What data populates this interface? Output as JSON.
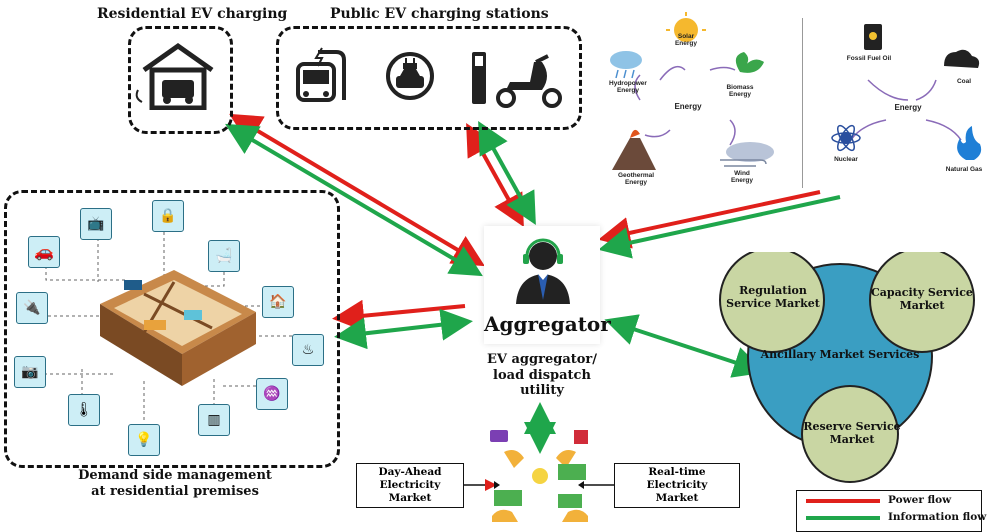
{
  "titles": {
    "residential": "Residential EV charging",
    "public": "Public EV charging stations",
    "dsm_line1": "Demand side management",
    "dsm_line2": "at residential premises"
  },
  "aggregator": {
    "label": "Aggregator",
    "caption_line1": "EV aggregator/",
    "caption_line2": "load dispatch",
    "caption_line3": "utility"
  },
  "renewables": {
    "center": "Energy",
    "solar": "Solar\nEnergy",
    "hydro": "Hydropower\nEnergy",
    "biomass": "Biomass\nEnergy",
    "geothermal": "Geothermal\nEnergy",
    "wind": "Wind\nEnergy"
  },
  "conventional": {
    "center": "Energy",
    "fossil": "Fossil Fuel Oil",
    "coal": "Coal",
    "nuclear": "Nuclear",
    "gas": "Natural Gas"
  },
  "ancillary": {
    "center": "Ancillary Market Services",
    "regulation": "Regulation\nService Market",
    "capacity": "Capacity Service\nMarket",
    "reserve": "Reserve Service\nMarket"
  },
  "markets": {
    "day_ahead": "Day-Ahead\nElectricity Market",
    "real_time": "Real-time Electricity\nMarket"
  },
  "legend": {
    "power": "Power flow",
    "information": "Information flow"
  },
  "colors": {
    "power": "#e0201b",
    "information": "#1fa64b",
    "ancillary_ring": "#3a9ec2",
    "ancillary_circle": "#c9d6a3",
    "tile": "#cdeef6"
  }
}
